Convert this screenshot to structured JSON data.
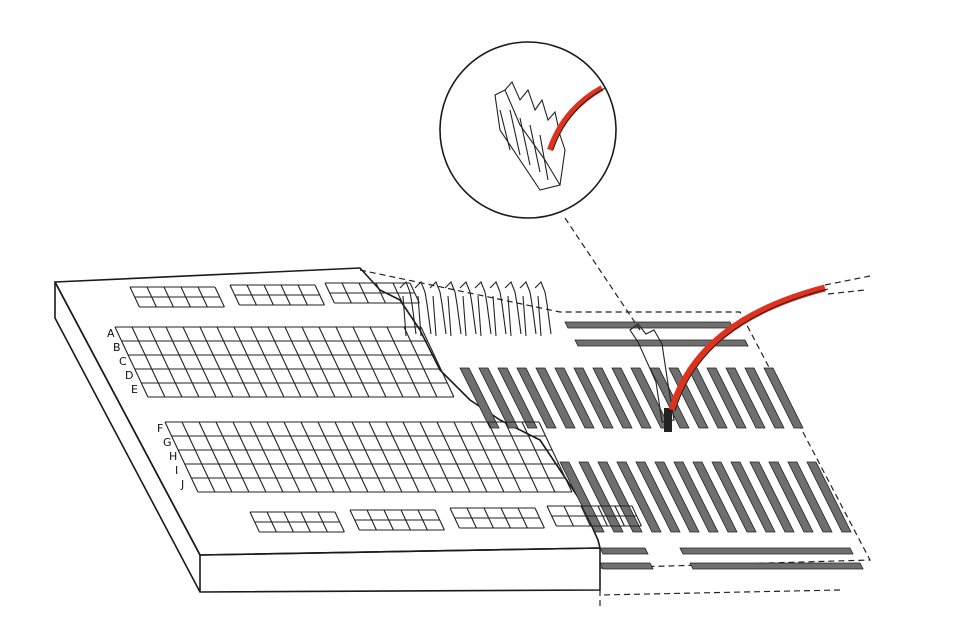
{
  "figure": {
    "row_labels_top": [
      "A",
      "B",
      "C",
      "D",
      "E"
    ],
    "row_labels_bottom": [
      "F",
      "G",
      "H",
      "I",
      "J"
    ],
    "colors": {
      "wire": "#e0301e",
      "slot": "#6f6f6f",
      "ink": "#1a1a1a"
    }
  }
}
